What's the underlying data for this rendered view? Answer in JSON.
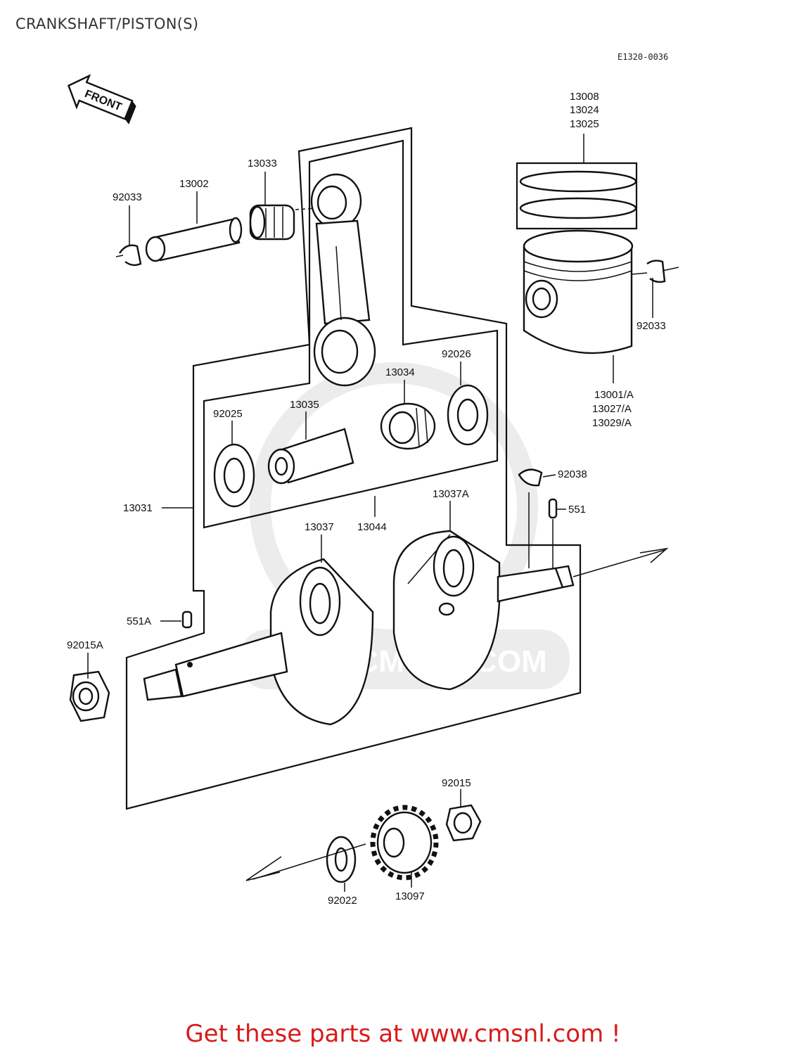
{
  "title": "CRANKSHAFT/PISTON(S)",
  "drawing_code": "E1320-0036",
  "front_label": "FRONT",
  "watermark": "WWW.CMSNL.COM",
  "footer": "Get these parts at www.cmsnl.com !",
  "labels": {
    "p13008": "13008",
    "p13024": "13024",
    "p13025": "13025",
    "p13033": "13033",
    "p13002": "13002",
    "p92033a": "92033",
    "p92033b": "92033",
    "p13001": "13001/A",
    "p13027": "13027/A",
    "p13029": "13029/A",
    "p92026": "92026",
    "p13034": "13034",
    "p13035": "13035",
    "p92025": "92025",
    "p92038": "92038",
    "p551": "551",
    "p13037A": "13037A",
    "p13031": "13031",
    "p13037": "13037",
    "p13044": "13044",
    "p551A": "551A",
    "p92015A": "92015A",
    "p92015": "92015",
    "p92022": "92022",
    "p13097": "13097"
  },
  "colors": {
    "footer": "#d81b1b",
    "line": "#111111",
    "watermark": "#e6e6e6"
  }
}
